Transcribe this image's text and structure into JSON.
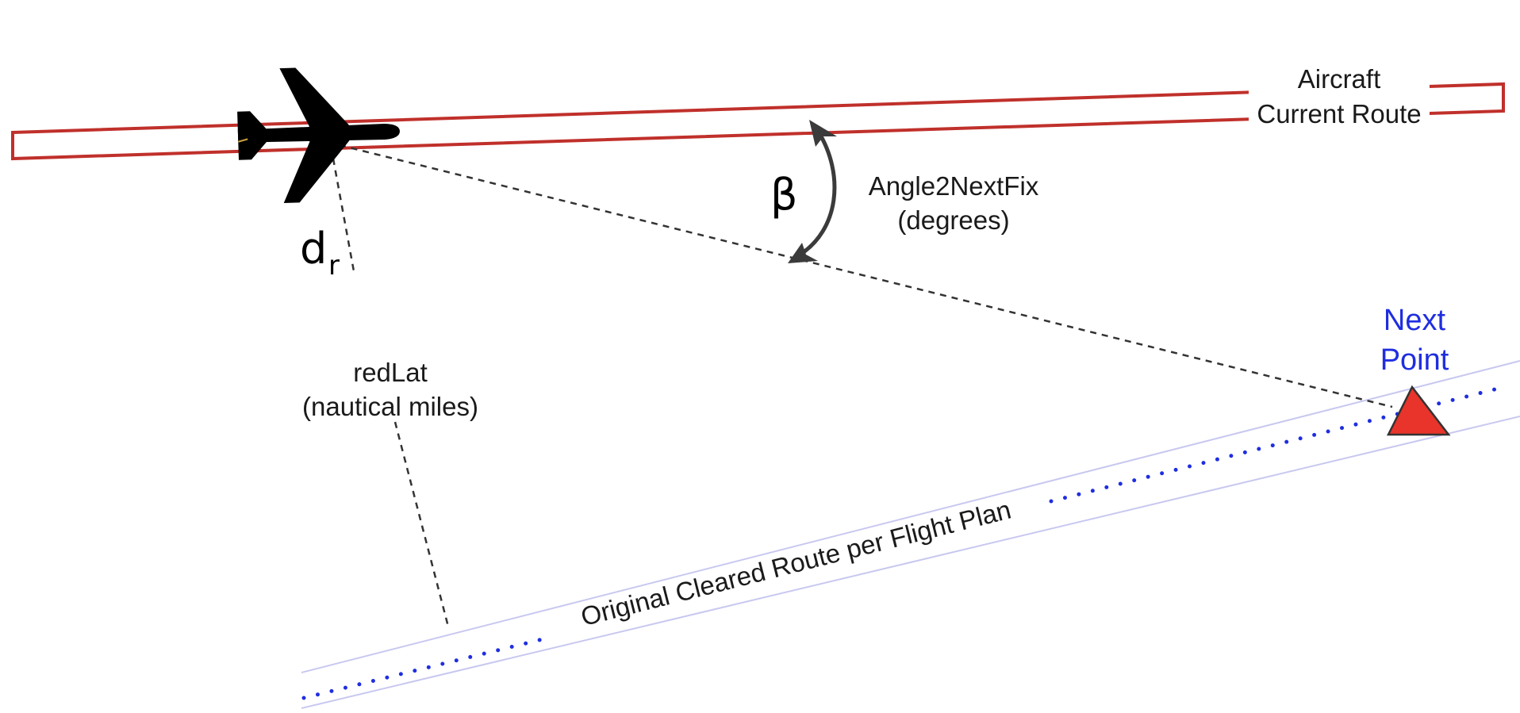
{
  "colors": {
    "current_route": "#c0302b",
    "cleared_route_band": "#c8c8f0",
    "cleared_route_dots": "#1f2ee0",
    "next_point_label": "#1f2ee0",
    "next_point_marker": "#e8342a",
    "dashed": "#333333",
    "arrow": "#3b3b3b"
  },
  "labels": {
    "current_route_line1": "Aircraft",
    "current_route_line2": "Current Route",
    "beta": "β",
    "angle_line1": "Angle2NextFix",
    "angle_line2": "(degrees)",
    "dr_main": "d",
    "dr_sub": "r",
    "redlat_line1": "redLat",
    "redlat_line2": "(nautical miles)",
    "next_point_line1": "Next",
    "next_point_line2": "Point",
    "cleared_route": "Original Cleared Route per Flight Plan"
  },
  "icons": {
    "aircraft": "airplane-icon",
    "next_point": "triangle-marker-icon"
  }
}
